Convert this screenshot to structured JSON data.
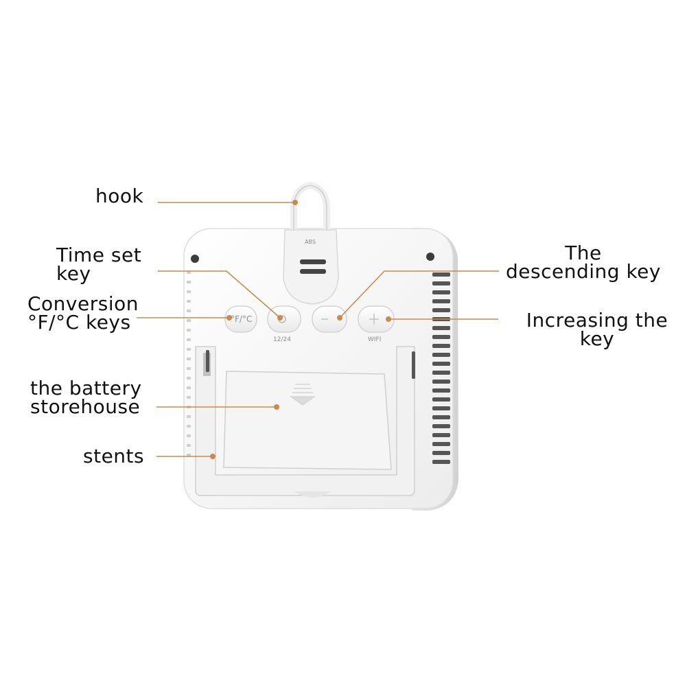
{
  "labels": {
    "hook": "hook",
    "time_set_key": "Time set\nkey",
    "conversion_keys": "Conversion\n°F/°C keys",
    "battery_storehouse": "the battery\nstorehouse",
    "stents": "stents",
    "descending_key": "The\ndescending key",
    "increasing_key": "Increasing the\nkey"
  },
  "device": {
    "button_conversion_text": "°F/°C",
    "button_time_caption": "12/24",
    "button_increase_caption": "WIFI",
    "hook_marking": "ABS"
  },
  "colors": {
    "leader_line": "#c98a4b",
    "leader_dot": "#c98a4b",
    "device_body": "#f7f7f7",
    "device_shadow": "#d4d4d4"
  }
}
